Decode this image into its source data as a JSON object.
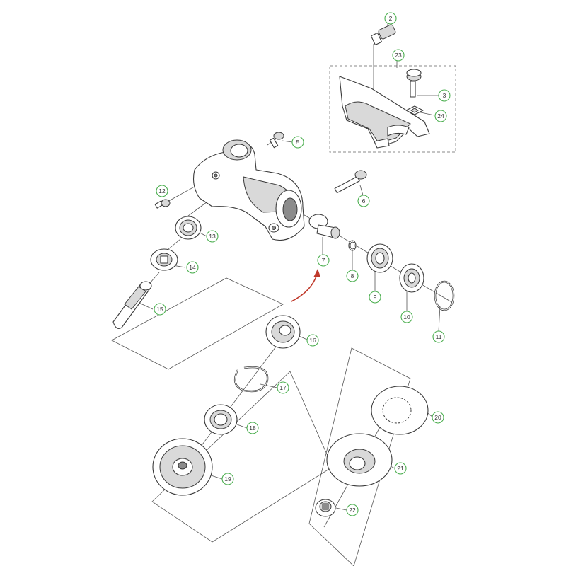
{
  "colors": {
    "callout_ring": "#4caf50",
    "arrow": "#c0392b",
    "line": "#3a3a3a"
  },
  "callouts": [
    {
      "id": "c2",
      "label": "2"
    },
    {
      "id": "c23",
      "label": "23"
    },
    {
      "id": "c3",
      "label": "3"
    },
    {
      "id": "c24",
      "label": "24"
    },
    {
      "id": "c5",
      "label": "5"
    },
    {
      "id": "c6",
      "label": "6"
    },
    {
      "id": "c12",
      "label": "12"
    },
    {
      "id": "c13",
      "label": "13"
    },
    {
      "id": "c7",
      "label": "7"
    },
    {
      "id": "c8",
      "label": "8"
    },
    {
      "id": "c9",
      "label": "9"
    },
    {
      "id": "c10",
      "label": "10"
    },
    {
      "id": "c11",
      "label": "11"
    },
    {
      "id": "c14",
      "label": "14"
    },
    {
      "id": "c15",
      "label": "15"
    },
    {
      "id": "c16",
      "label": "16"
    },
    {
      "id": "c17",
      "label": "17"
    },
    {
      "id": "c18",
      "label": "18"
    },
    {
      "id": "c19",
      "label": "19"
    },
    {
      "id": "c20",
      "label": "20"
    },
    {
      "id": "c21",
      "label": "21"
    },
    {
      "id": "c22",
      "label": "22"
    }
  ]
}
